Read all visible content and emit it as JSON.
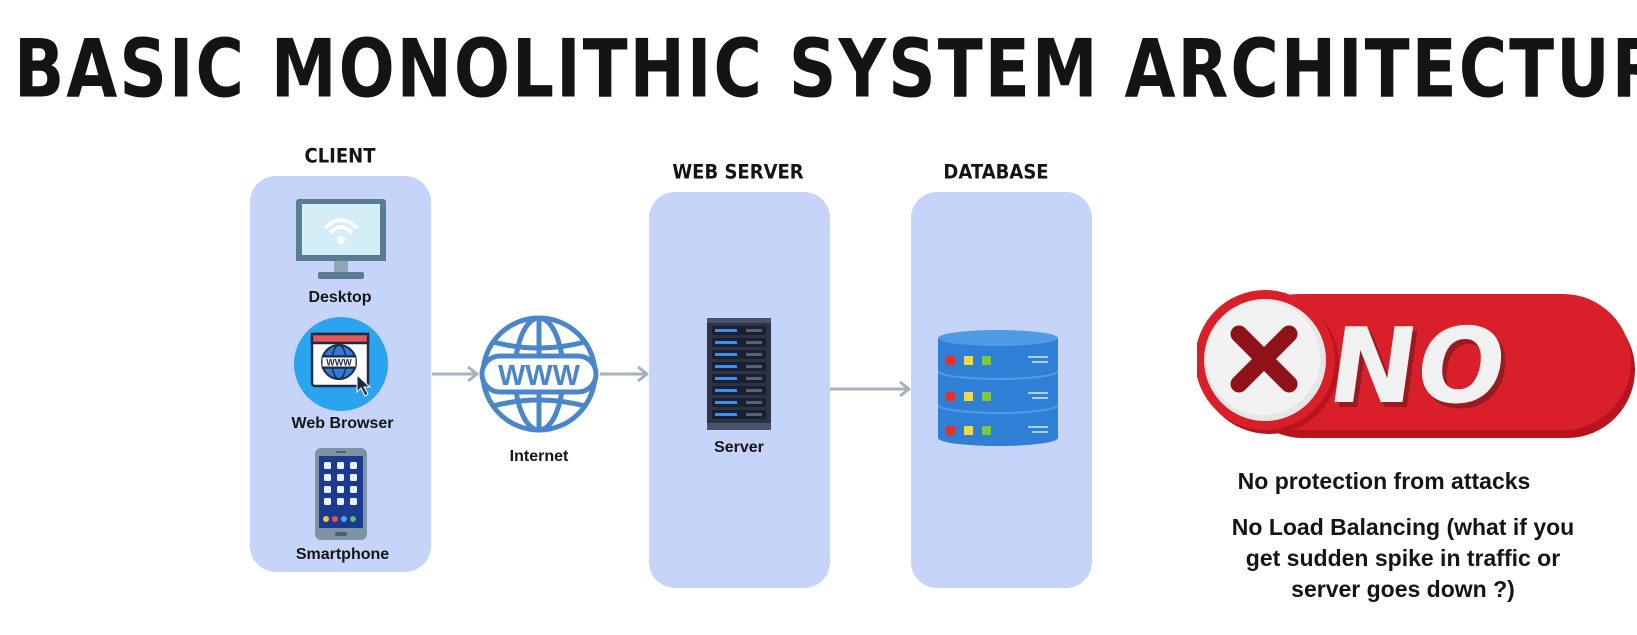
{
  "title": "BASIC MONOLITHIC SYSTEM ARCHITECTURE",
  "columns": {
    "client": {
      "heading": "CLIENT"
    },
    "web_server": {
      "heading": "WEB SERVER"
    },
    "database": {
      "heading": "DATABASE"
    }
  },
  "nodes": {
    "desktop": "Desktop",
    "web_browser": "Web Browser",
    "smartphone": "Smartphone",
    "internet": "Internet",
    "server": "Server",
    "browser_icon_text": "WWW",
    "internet_icon_text": "WWW"
  },
  "badge": {
    "text": "NO"
  },
  "notes": {
    "attacks": "No protection from attacks",
    "load_balancing": "No Load Balancing (what if you get sudden spike in traffic or server goes down ?)"
  },
  "colors": {
    "panel": "#c7d4fa",
    "arrow": "#a5b2bd",
    "globe": "#4a86c8",
    "badge_red": "#d81f2a",
    "x_mark": "#8f1219"
  }
}
